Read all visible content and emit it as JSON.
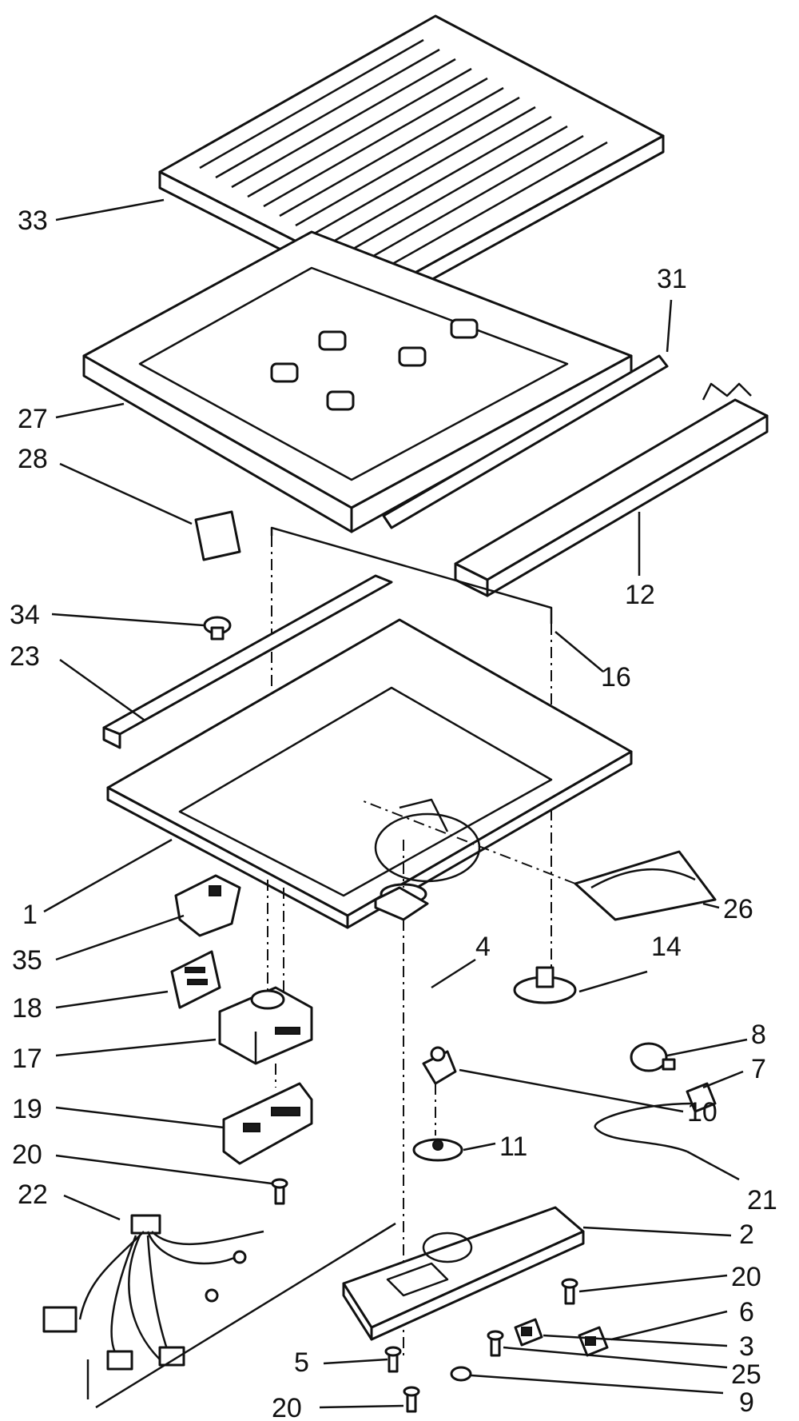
{
  "callouts": [
    {
      "id": "33",
      "label": "33"
    },
    {
      "id": "31",
      "label": "31"
    },
    {
      "id": "27",
      "label": "27"
    },
    {
      "id": "28",
      "label": "28"
    },
    {
      "id": "12",
      "label": "12"
    },
    {
      "id": "34",
      "label": "34"
    },
    {
      "id": "23",
      "label": "23"
    },
    {
      "id": "16",
      "label": "16"
    },
    {
      "id": "1",
      "label": "1"
    },
    {
      "id": "26",
      "label": "26"
    },
    {
      "id": "35",
      "label": "35"
    },
    {
      "id": "4",
      "label": "4"
    },
    {
      "id": "14",
      "label": "14"
    },
    {
      "id": "18",
      "label": "18"
    },
    {
      "id": "17",
      "label": "17"
    },
    {
      "id": "8",
      "label": "8"
    },
    {
      "id": "7",
      "label": "7"
    },
    {
      "id": "19",
      "label": "19"
    },
    {
      "id": "10",
      "label": "10"
    },
    {
      "id": "20a",
      "label": "20"
    },
    {
      "id": "11",
      "label": "11"
    },
    {
      "id": "22",
      "label": "22"
    },
    {
      "id": "21",
      "label": "21"
    },
    {
      "id": "2",
      "label": "2"
    },
    {
      "id": "20b",
      "label": "20"
    },
    {
      "id": "6",
      "label": "6"
    },
    {
      "id": "5",
      "label": "5"
    },
    {
      "id": "3",
      "label": "3"
    },
    {
      "id": "25",
      "label": "25"
    },
    {
      "id": "20c",
      "label": "20"
    },
    {
      "id": "9",
      "label": "9"
    }
  ]
}
